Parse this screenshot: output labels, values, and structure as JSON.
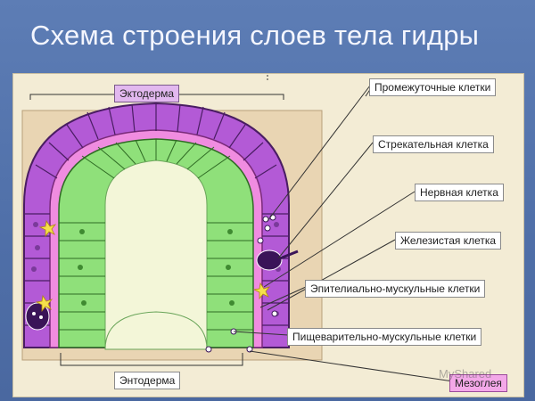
{
  "title": "Схема строения слоев тела гидры",
  "layers": {
    "top": "Эктодерма",
    "bottom": "Энтодерма",
    "mesoglea": "Мезоглея"
  },
  "labels": [
    "Промежуточные клетки",
    "Стрекательная клетка",
    "Нервная клетка",
    "Железистая клетка",
    "Эпителиально-мускульные клетки",
    "Пищеварительно-мускульные клетки"
  ],
  "colors": {
    "ectoderm": "#b35ad6",
    "ectoderm_light": "#d79aee",
    "endoderm": "#8fe07a",
    "endoderm_dark": "#5fae4c",
    "mesoglea": "#f08ce0",
    "cavity": "#f3f6d8",
    "background": "#5d7db5",
    "panel": "#f3ecd5"
  },
  "watermark": "MyShared"
}
